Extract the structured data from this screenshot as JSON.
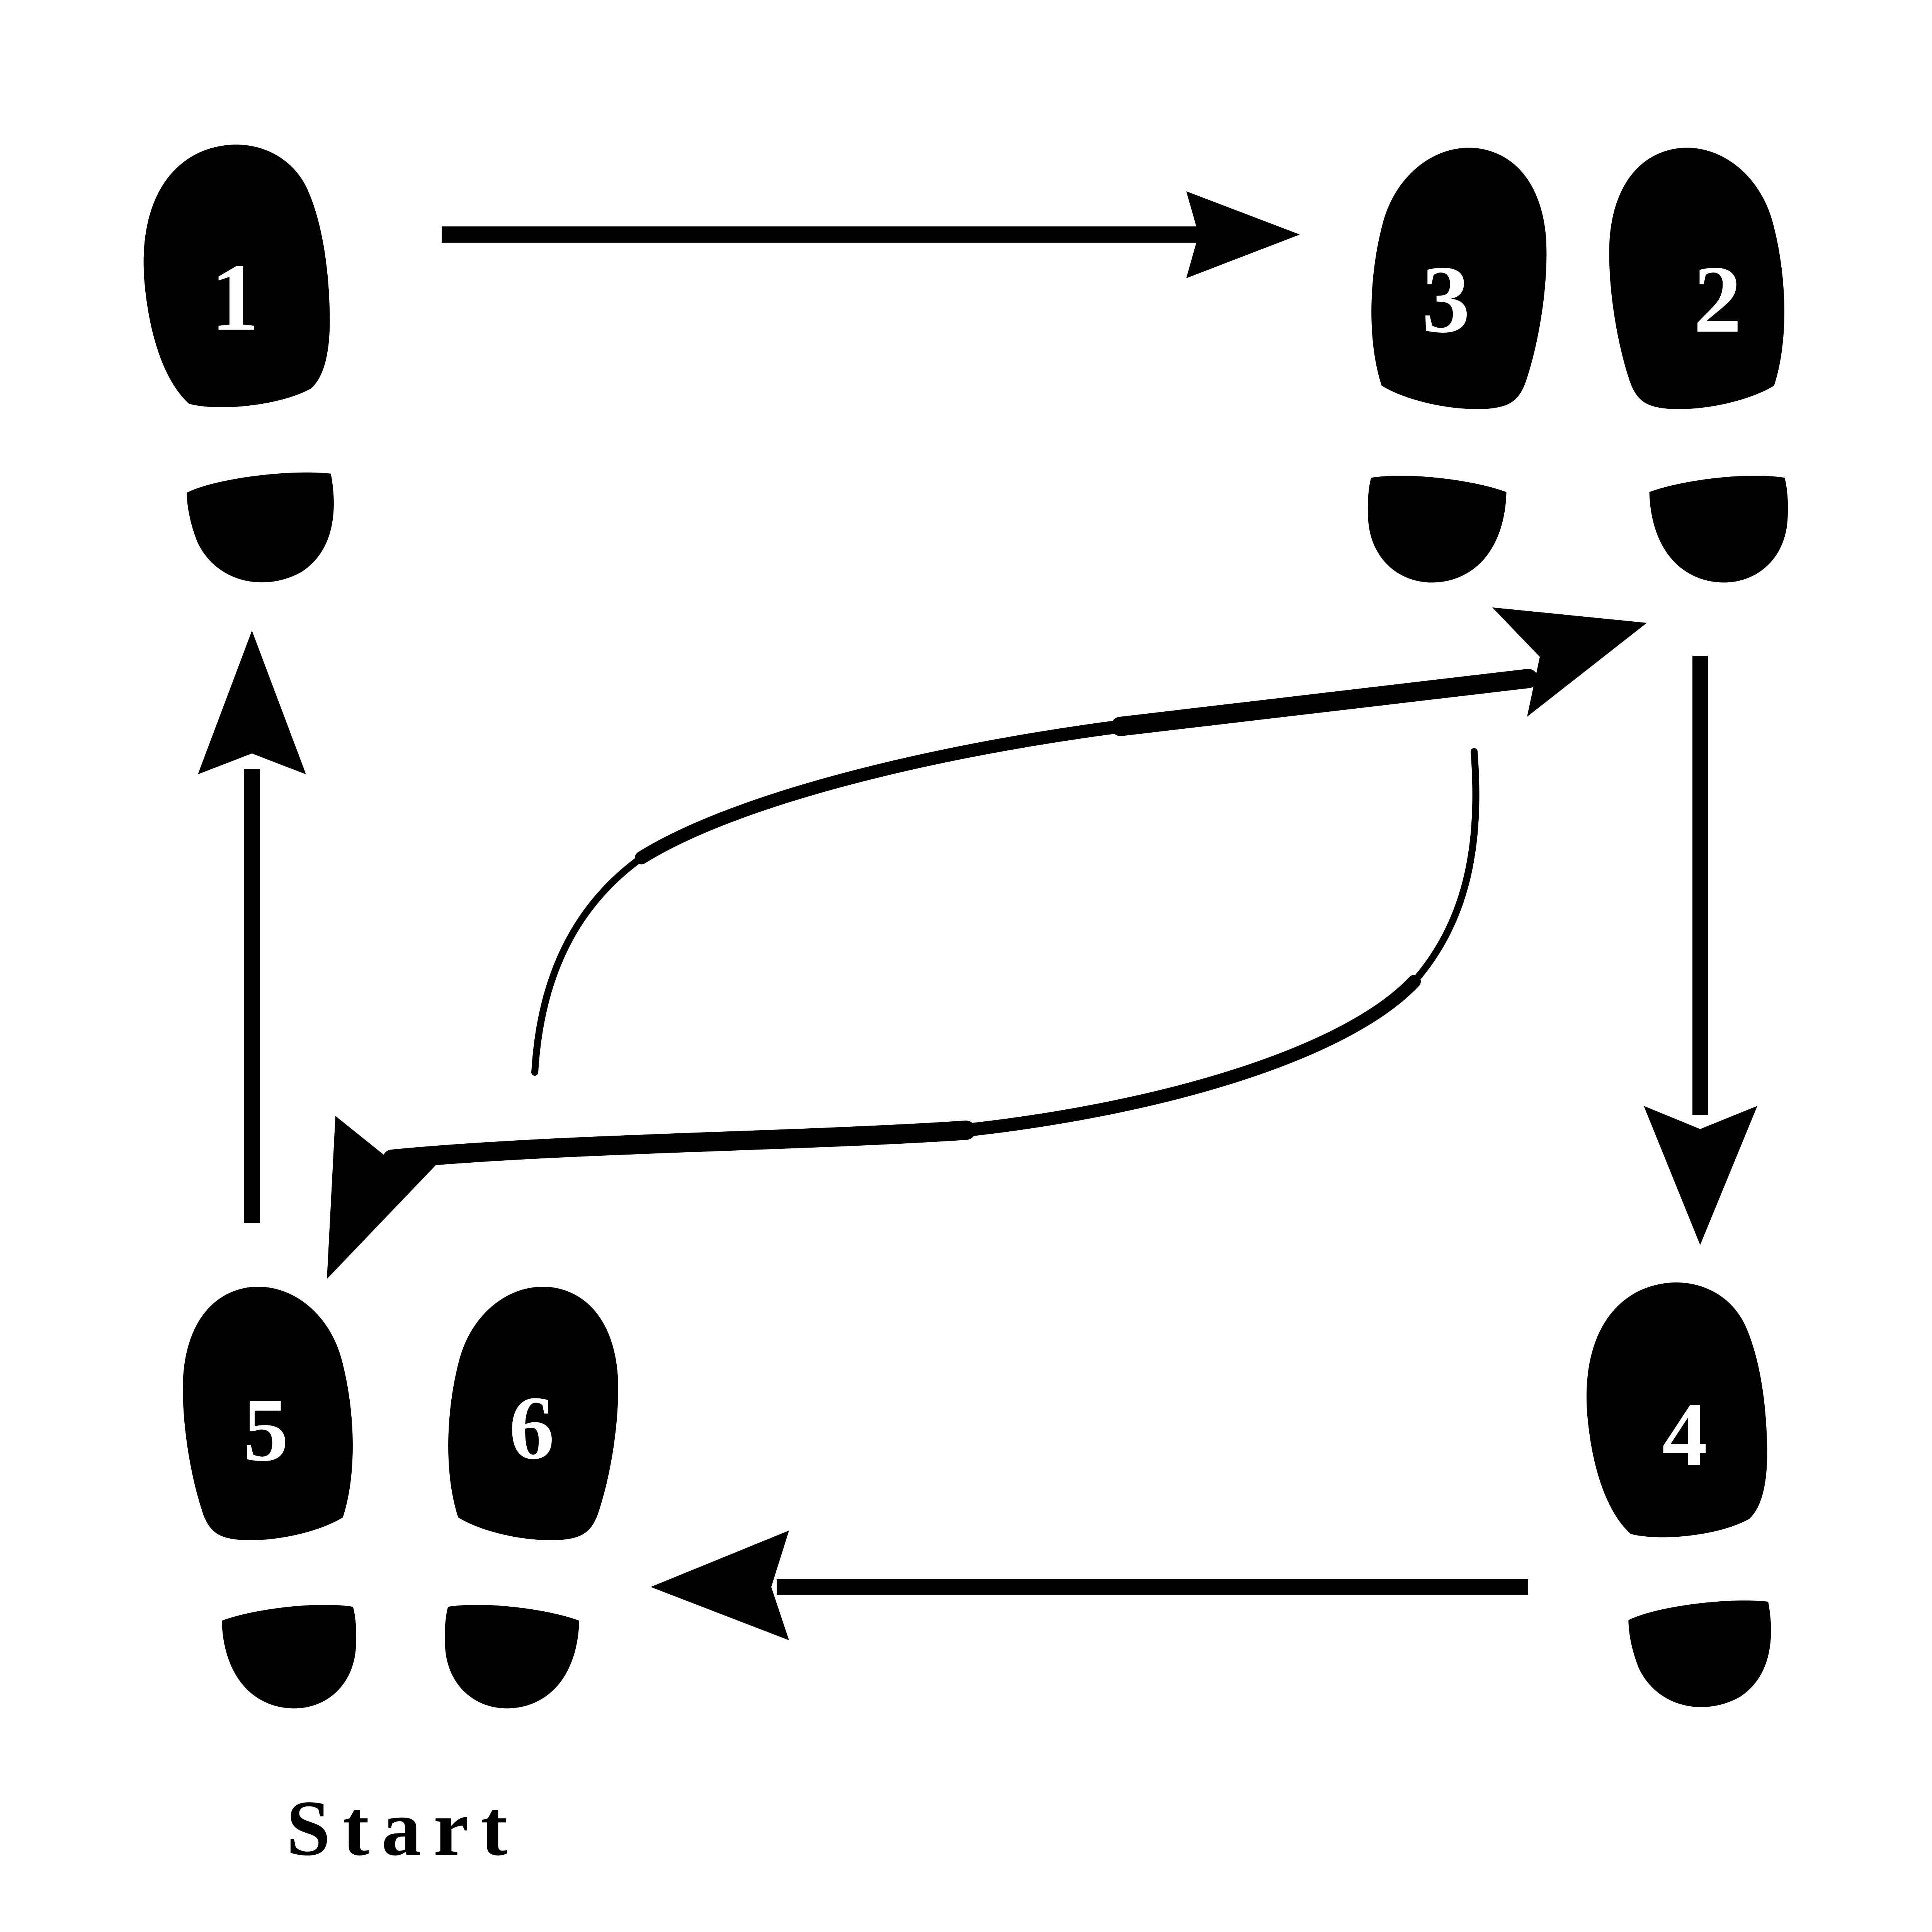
{
  "diagram": {
    "background_color": "#ffffff",
    "ink_color": "#000000",
    "start_label": "Start",
    "steps": [
      {
        "label": "1"
      },
      {
        "label": "2"
      },
      {
        "label": "3"
      },
      {
        "label": "4"
      },
      {
        "label": "5"
      },
      {
        "label": "6"
      }
    ],
    "arrows": [
      {
        "name": "step-1-to-steps-3-2",
        "style": "straight-right"
      },
      {
        "name": "step-2-to-step-4",
        "style": "straight-down"
      },
      {
        "name": "step-4-to-steps-5-6",
        "style": "straight-left"
      },
      {
        "name": "step-5-to-step-1",
        "style": "straight-up"
      },
      {
        "name": "steps-5-6-to-steps-3-2",
        "style": "curved-up-right"
      },
      {
        "name": "steps-3-2-to-steps-5-6",
        "style": "curved-down-left"
      }
    ]
  }
}
